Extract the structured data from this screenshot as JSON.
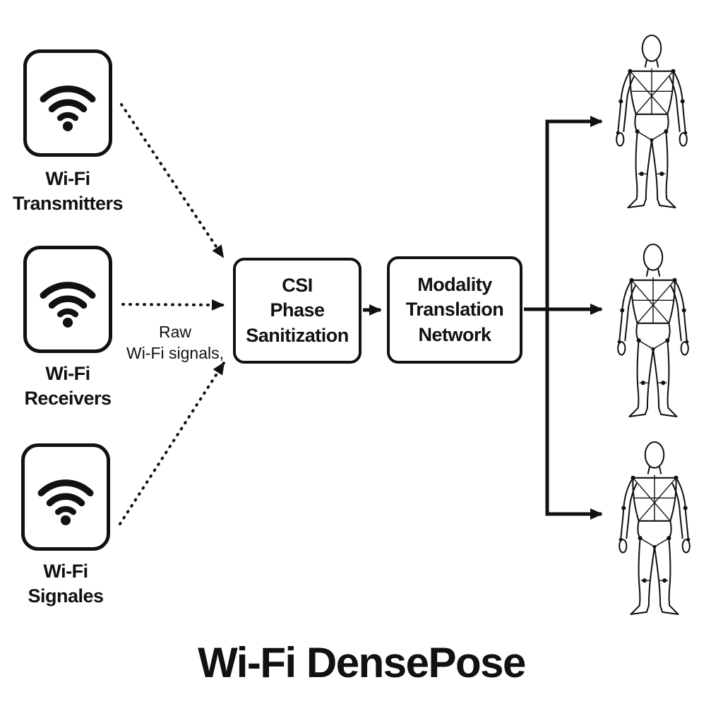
{
  "title": "Wi-Fi DensePose",
  "sources": [
    {
      "line1": "Wi-Fi",
      "line2": "Transmitters"
    },
    {
      "line1": "Wi-Fi",
      "line2": "Receivers"
    },
    {
      "line1": "Wi-Fi",
      "line2": "Signales"
    }
  ],
  "edge_label": {
    "line1": "Raw",
    "line2": "Wi-Fi signals,"
  },
  "process_boxes": [
    {
      "line1": "CSI",
      "line2": "Phase",
      "line3": "Sanitization"
    },
    {
      "line1": "Modality",
      "line2": "Translation",
      "line3": "Network"
    }
  ],
  "icons": {
    "source": "wifi-signal-icon",
    "output": "human-body-wireframe"
  },
  "colors": {
    "ink": "#111111",
    "background": "#ffffff"
  }
}
